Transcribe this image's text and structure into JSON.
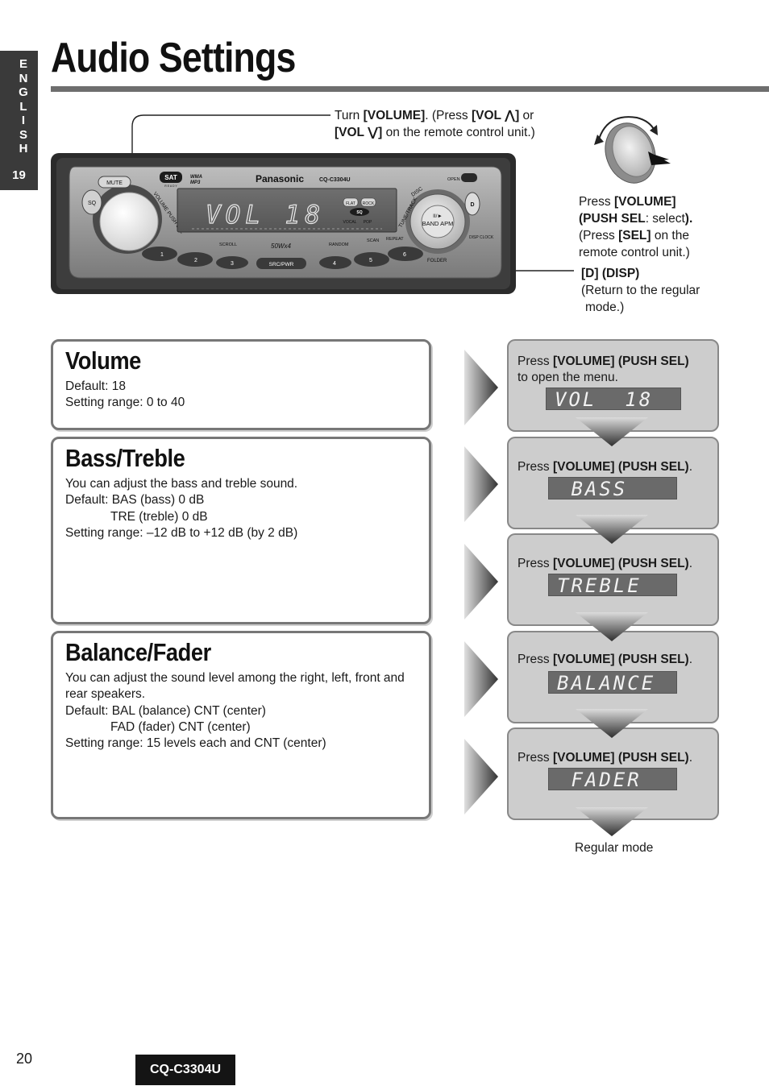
{
  "side_tab": {
    "letters": [
      "E",
      "N",
      "G",
      "L",
      "I",
      "S",
      "H"
    ],
    "page_number": "19"
  },
  "page_title": "Audio Settings",
  "callouts": {
    "volume_turn": {
      "line1_a": "Turn ",
      "line1_b": "[VOLUME]",
      "line1_c": ". (Press ",
      "line1_d": "[VOL ⋀]",
      "line1_e": " or",
      "line2_a": "[VOL ⋁]",
      "line2_b": " on the remote control unit.)"
    },
    "push_sel": {
      "p1": "Press ",
      "p2": "[VOLUME]",
      "p3": "(PUSH SEL",
      "p4": ": select",
      "p5": ").",
      "p6": "(Press ",
      "p7": "[SEL]",
      "p8": " on the",
      "p9": "remote control unit.)"
    },
    "disp": {
      "title": "[D] (DISP)",
      "line1": "(Return to the regular",
      "line2": "mode.)"
    }
  },
  "device": {
    "brand": "Panasonic",
    "model": "CQ-C3304U",
    "buttons": {
      "mute": "MUTE",
      "sq": "SQ",
      "open": "OPEN",
      "d": "D",
      "disp_clock": "DISP\nCLOCK",
      "band_apm": "BAND\nAPM",
      "play_pause": "II/►",
      "src_pwr": "SRC/PWR",
      "folder": "FOLDER",
      "flat": "FLAT",
      "rock": "ROCK",
      "sq_badge": "SQ",
      "vocal": "VOCAL",
      "pop": "POP",
      "sat": "SAT",
      "sat_ready": "R E A D Y",
      "wma": "WMA",
      "mp3": "MP3",
      "disc": "DISC",
      "tune_track": "TUNE/TRACK",
      "volume_push_sel": "VOLUME PUSH SEL",
      "scroll": "SCROLL",
      "power": "50Wx4",
      "random": "RANDOM",
      "scan": "SCAN",
      "repeat": "REPEAT",
      "presets": [
        "1",
        "2",
        "3",
        "4",
        "5",
        "6"
      ]
    },
    "lcd_text": "VOL  18"
  },
  "settings": [
    {
      "title": "Volume",
      "lines": [
        "Default: 18",
        "Setting range: 0 to 40"
      ]
    },
    {
      "title": "Bass/Treble",
      "lines": [
        "You can adjust the bass and treble sound.",
        "Default: BAS (bass) 0 dB",
        "TRE (treble) 0 dB",
        "Setting range: –12 dB to +12 dB (by 2 dB)"
      ]
    },
    {
      "title": "Balance/Fader",
      "lines": [
        "You can adjust the sound level among the right, left, front and",
        "rear speakers.",
        "Default: BAL (balance) CNT (center)",
        "FAD (fader) CNT (center)",
        "Setting range: 15 levels each and CNT (center)"
      ]
    }
  ],
  "steps": [
    {
      "pre": "Press ",
      "bold": "[VOLUME] (PUSH SEL)",
      "post": "",
      "line2": "to open the menu.",
      "lcd": "VOL  18"
    },
    {
      "pre": "Press ",
      "bold": "[VOLUME] (PUSH SEL)",
      "post": ".",
      "line2": "",
      "lcd": " BASS"
    },
    {
      "pre": "Press ",
      "bold": "[VOLUME] (PUSH SEL)",
      "post": ".",
      "line2": "",
      "lcd": "TREBLE"
    },
    {
      "pre": "Press ",
      "bold": "[VOLUME] (PUSH SEL)",
      "post": ".",
      "line2": "",
      "lcd": "BALANCE"
    },
    {
      "pre": "Press ",
      "bold": "[VOLUME] (PUSH SEL)",
      "post": ".",
      "line2": "",
      "lcd": " FADER"
    }
  ],
  "regular_mode": "Regular mode",
  "footer": {
    "page_number": "20",
    "model": "CQ-C3304U"
  }
}
